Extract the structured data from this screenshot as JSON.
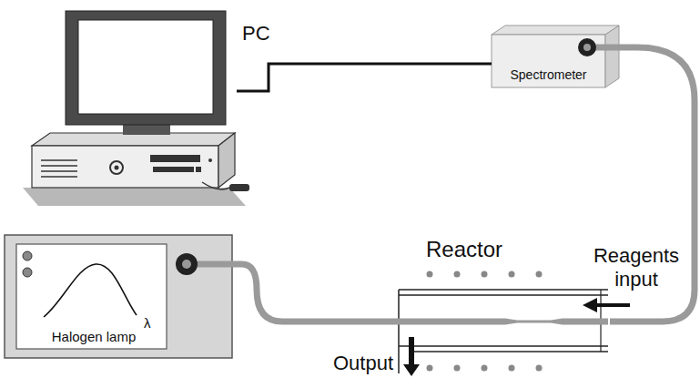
{
  "diagram": {
    "nodes": [
      {
        "text": [
          "PC"
        ]
      },
      {
        "text": [
          "Spectrometer"
        ]
      },
      {
        "text": [
          "λ",
          "Halogen lamp"
        ]
      },
      {
        "text": [
          "Reactor"
        ]
      }
    ],
    "edges": [
      {
        "from": 0,
        "to": 1,
        "arrow": "none"
      },
      {
        "from": 1,
        "to": 3,
        "arrow": "none"
      },
      {
        "from": 2,
        "to": 3,
        "arrow": "none"
      }
    ],
    "labels": [
      "Reagents input",
      "Output"
    ]
  }
}
